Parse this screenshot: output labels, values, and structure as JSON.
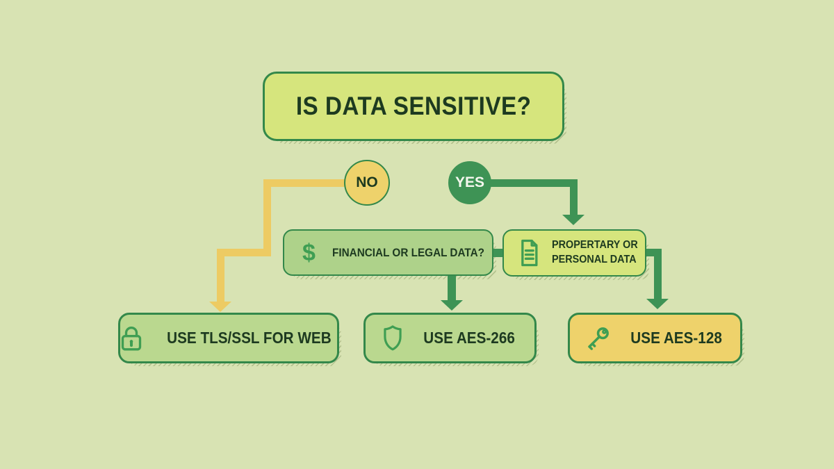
{
  "root": {
    "label": "IS DATA SENSITIVE?"
  },
  "branches": {
    "no": {
      "label": "NO"
    },
    "yes": {
      "label": "YES"
    }
  },
  "decisions": {
    "financial": {
      "icon": "dollar-icon",
      "icon_glyph": "$",
      "label": "FINANCIAL OR LEGAL DATA?"
    },
    "proprietary": {
      "icon": "document-icon",
      "label_line1": "PROPERTARY OR",
      "label_line2": "PERSONAL DATA"
    }
  },
  "outcomes": {
    "tls": {
      "icon": "padlock-icon",
      "label": "USE TLS/SSL FOR WEB"
    },
    "aes266": {
      "icon": "shield-icon",
      "label": "USE AES-266"
    },
    "aes128": {
      "icon": "key-icon",
      "label": "USE AES-128"
    }
  },
  "colors": {
    "canvas-bg": "#d8e3b3",
    "box-light": "#d6e57d",
    "box-green": "#aed28a",
    "box-soft": "#bad88f",
    "box-yellow": "#eed26b",
    "border-green": "#33884a",
    "text-dark": "#1d3a20",
    "text-light": "#f4f7ee",
    "connector-yellow": "#edcb63",
    "connector-green": "#3e9355",
    "icon-green": "#3f9e53"
  }
}
